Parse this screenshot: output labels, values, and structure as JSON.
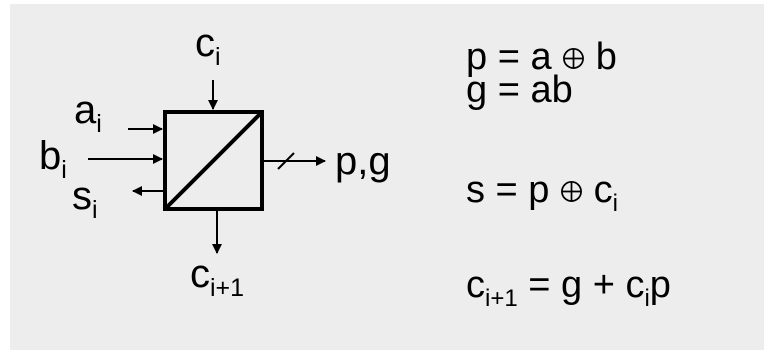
{
  "labels": {
    "c_in": {
      "base": "c",
      "sub": "i"
    },
    "a_in": {
      "base": "a",
      "sub": "i"
    },
    "b_in": {
      "base": "b",
      "sub": "i"
    },
    "s_out": {
      "base": "s",
      "sub": "i"
    },
    "c_out": {
      "base": "c",
      "sub": "i+1"
    },
    "pg_out": "p,g"
  },
  "equations": {
    "eq1": {
      "lhs": "p = a",
      "rhs": "b"
    },
    "eq2": "g = ab",
    "eq3": {
      "lhs": "s = p",
      "rhs": "c",
      "rhs_sub": "i"
    },
    "eq4": {
      "lhs": "c",
      "lhs_sub": "i+1",
      "middle": " = g + c",
      "mid_sub": "i",
      "tail": "p"
    }
  },
  "xor_icon": "circled-plus-icon",
  "colors": {
    "background": "#ededed",
    "ink": "#000000"
  }
}
